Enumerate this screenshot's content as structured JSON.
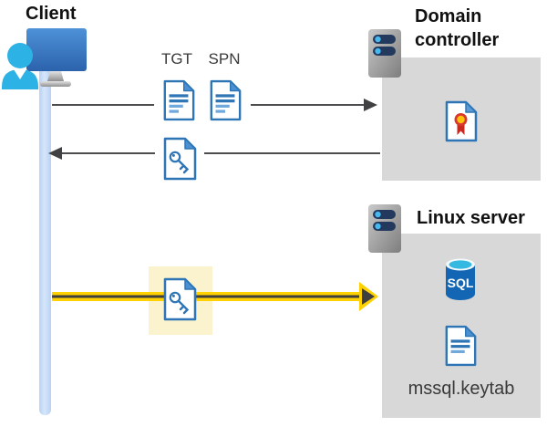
{
  "diagram": {
    "client": {
      "label": "Client"
    },
    "kerberos_flow": {
      "tgt_label": "TGT",
      "spn_label": "SPN"
    },
    "domain_controller": {
      "label": "Domain controller"
    },
    "linux_server": {
      "label": "Linux server",
      "database_label": "SQL",
      "keytab_file_label": "mssql.keytab"
    },
    "colors": {
      "accent_blue": "#2E75B6",
      "light_blue": "#6FA8DC",
      "person_cyan": "#2DB2E5",
      "client_timeline_blue": "#C7DCF7",
      "box_gray": "#D8D8D8",
      "arrow_gray": "#414042",
      "highlight_yellow": "#FFD100",
      "highlight_box_yellow": "#FBF3CE",
      "server_pill_navy": "#24395E",
      "server_dot_blue": "#49B8EC",
      "certificate_red": "#D8382C",
      "certificate_gold": "#FFC20E",
      "sql_body_blue": "#1266B4",
      "sql_top_cyan": "#35B9E0"
    },
    "icons": {
      "client": "user-computer-icon",
      "client_timeline": "timeline-bar",
      "domain_controller": "server-icon",
      "linux_server": "server-icon",
      "tgt": "document-icon",
      "spn": "document-icon",
      "ticket_returned": "key-file-icon",
      "ticket_presented": "key-file-icon",
      "certificate": "certificate-icon",
      "database": "sql-database-icon",
      "keytab": "document-icon",
      "request_arrow": "right-arrow",
      "response_arrow": "left-arrow",
      "auth_arrow": "highlighted-right-arrow"
    }
  }
}
